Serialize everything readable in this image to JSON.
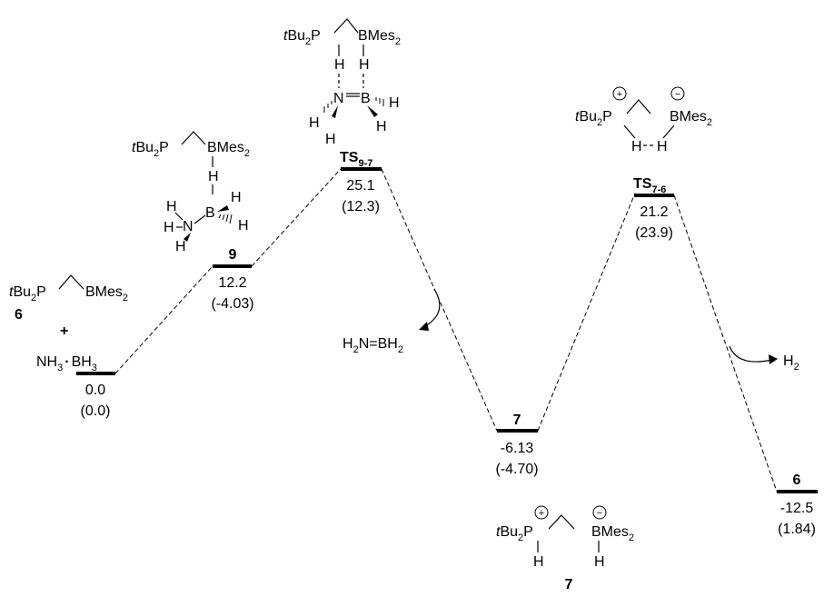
{
  "species": {
    "reactants": {
      "label": "6",
      "plus": "+",
      "energy": "0.0",
      "energy_alt": "(0.0)"
    },
    "int9": {
      "label": "9",
      "energy": "12.2",
      "energy_alt": "(-4.03)"
    },
    "ts97": {
      "label_main": "TS",
      "label_sub": "9-7",
      "energy": "25.1",
      "energy_alt": "(12.3)"
    },
    "int7": {
      "label": "7",
      "energy": "-6.13",
      "energy_alt": "(-4.70)"
    },
    "ts76": {
      "label_main": "TS",
      "label_sub": "7-6",
      "energy": "21.2",
      "energy_alt": "(23.9)"
    },
    "prod6": {
      "label": "6",
      "energy": "-12.5",
      "energy_alt": "(1.84)"
    }
  },
  "fragments": {
    "tBu_t": "t",
    "tBu_Bu": "Bu",
    "tBu_2": "2",
    "P": "P",
    "BMes": "BMes",
    "BMes_2": "2",
    "H": "H",
    "N": "N",
    "B": "B",
    "NH3_NH": "NH",
    "NH3_3": "3",
    "dot": "·",
    "BH3_BH": "BH",
    "BH3_3": "3",
    "plus_charge": "+",
    "minus_charge": "−",
    "byproduct1_H": "H",
    "byproduct1_2a": "2",
    "byproduct1_NBH": "N=BH",
    "byproduct1_2b": "2",
    "byproduct2_H": "H",
    "byproduct2_2": "2",
    "bottom_label": "7"
  },
  "colors": {
    "ink": "#000000",
    "background": "#ffffff"
  }
}
